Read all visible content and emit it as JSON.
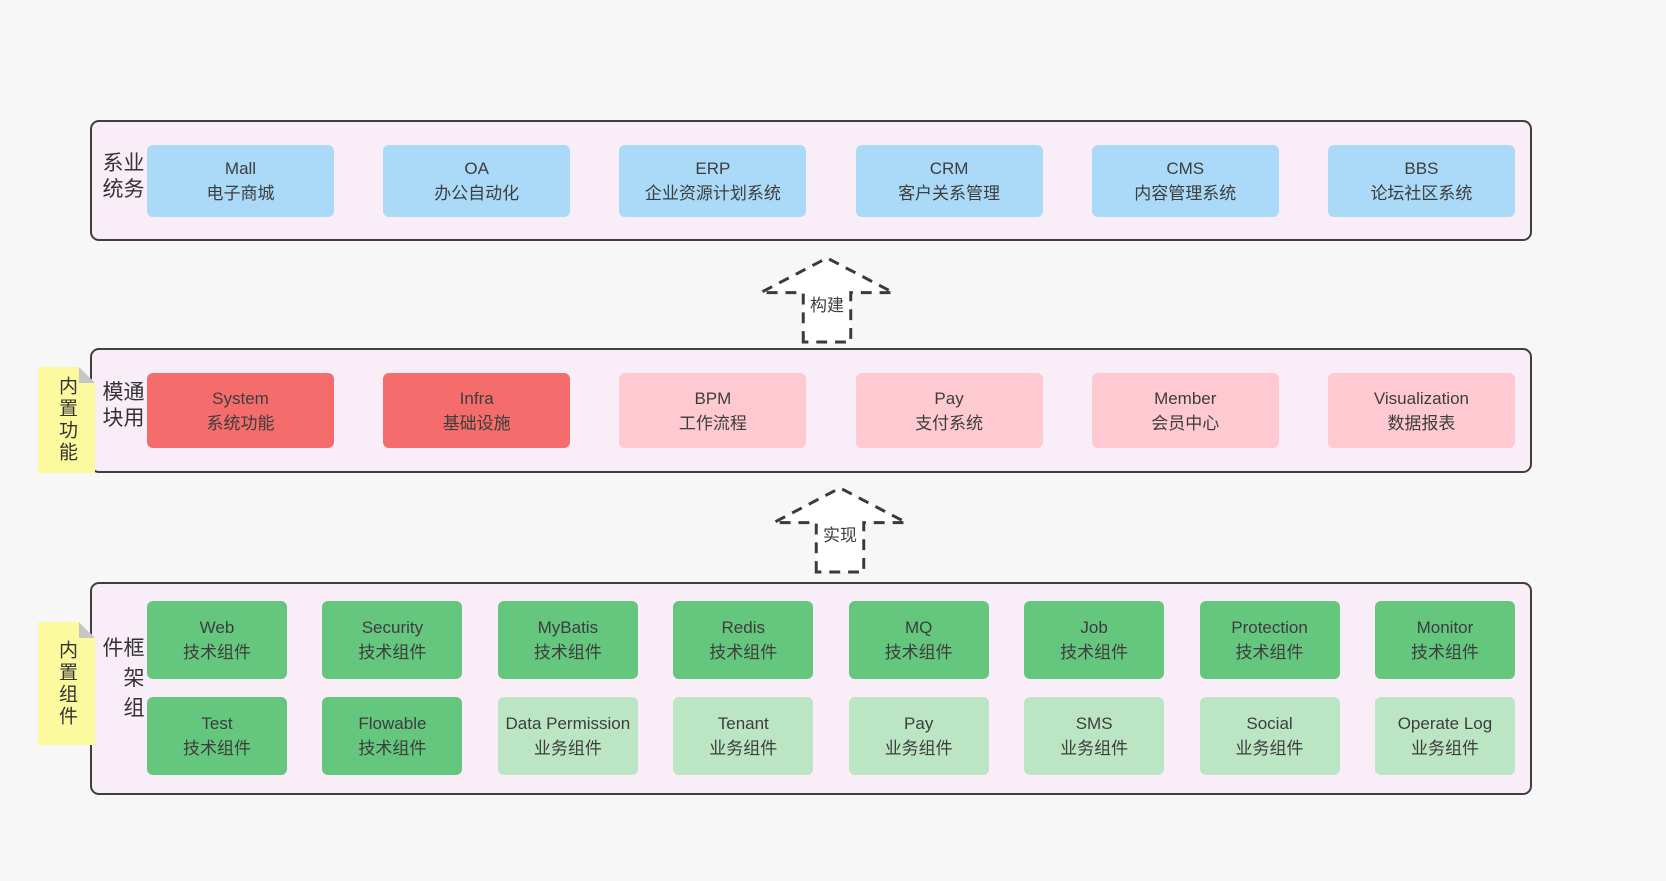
{
  "palette": {
    "page_background": "#f7f7f7",
    "panel_background": "#f9eef8",
    "panel_border": "#3f3f3f",
    "blue_box": "#aadaf7",
    "red_box": "#f56c6c",
    "pink_box": "#ffc9d1",
    "green_box": "#65c67e",
    "light_green_box": "#bce6c3",
    "sticky_note": "#fbfa9e",
    "sticky_fold": "#c6c6c6",
    "text": "#3d3d3d"
  },
  "arrows": [
    {
      "label": "构建"
    },
    {
      "label": "实现"
    }
  ],
  "panels": [
    {
      "side_label": "业务系统",
      "boxes": [
        {
          "title": "Mall",
          "subtitle": "电子商城",
          "variant": "blue"
        },
        {
          "title": "OA",
          "subtitle": "办公自动化",
          "variant": "blue"
        },
        {
          "title": "ERP",
          "subtitle": "企业资源计划系统",
          "variant": "blue"
        },
        {
          "title": "CRM",
          "subtitle": "客户关系管理",
          "variant": "blue"
        },
        {
          "title": "CMS",
          "subtitle": "内容管理系统",
          "variant": "blue"
        },
        {
          "title": "BBS",
          "subtitle": "论坛社区系统",
          "variant": "blue"
        }
      ]
    },
    {
      "side_label": "通用模块",
      "sticky_label": "内置功能",
      "boxes": [
        {
          "title": "System",
          "subtitle": "系统功能",
          "variant": "red"
        },
        {
          "title": "Infra",
          "subtitle": "基础设施",
          "variant": "red"
        },
        {
          "title": "BPM",
          "subtitle": "工作流程",
          "variant": "pink"
        },
        {
          "title": "Pay",
          "subtitle": "支付系统",
          "variant": "pink"
        },
        {
          "title": "Member",
          "subtitle": "会员中心",
          "variant": "pink"
        },
        {
          "title": "Visualization",
          "subtitle": "数据报表",
          "variant": "pink"
        }
      ]
    },
    {
      "side_label": "框架组件",
      "sticky_label": "内置组件",
      "rows": [
        [
          {
            "title": "Web",
            "subtitle": "技术组件",
            "variant": "green"
          },
          {
            "title": "Security",
            "subtitle": "技术组件",
            "variant": "green"
          },
          {
            "title": "MyBatis",
            "subtitle": "技术组件",
            "variant": "green"
          },
          {
            "title": "Redis",
            "subtitle": "技术组件",
            "variant": "green"
          },
          {
            "title": "MQ",
            "subtitle": "技术组件",
            "variant": "green"
          },
          {
            "title": "Job",
            "subtitle": "技术组件",
            "variant": "green"
          },
          {
            "title": "Protection",
            "subtitle": "技术组件",
            "variant": "green"
          },
          {
            "title": "Monitor",
            "subtitle": "技术组件",
            "variant": "green"
          }
        ],
        [
          {
            "title": "Test",
            "subtitle": "技术组件",
            "variant": "green"
          },
          {
            "title": "Flowable",
            "subtitle": "技术组件",
            "variant": "green"
          },
          {
            "title": "Data Permission",
            "subtitle": "业务组件",
            "variant": "lightgreen"
          },
          {
            "title": "Tenant",
            "subtitle": "业务组件",
            "variant": "lightgreen"
          },
          {
            "title": "Pay",
            "subtitle": "业务组件",
            "variant": "lightgreen"
          },
          {
            "title": "SMS",
            "subtitle": "业务组件",
            "variant": "lightgreen"
          },
          {
            "title": "Social",
            "subtitle": "业务组件",
            "variant": "lightgreen"
          },
          {
            "title": "Operate Log",
            "subtitle": "业务组件",
            "variant": "lightgreen"
          }
        ]
      ]
    }
  ]
}
